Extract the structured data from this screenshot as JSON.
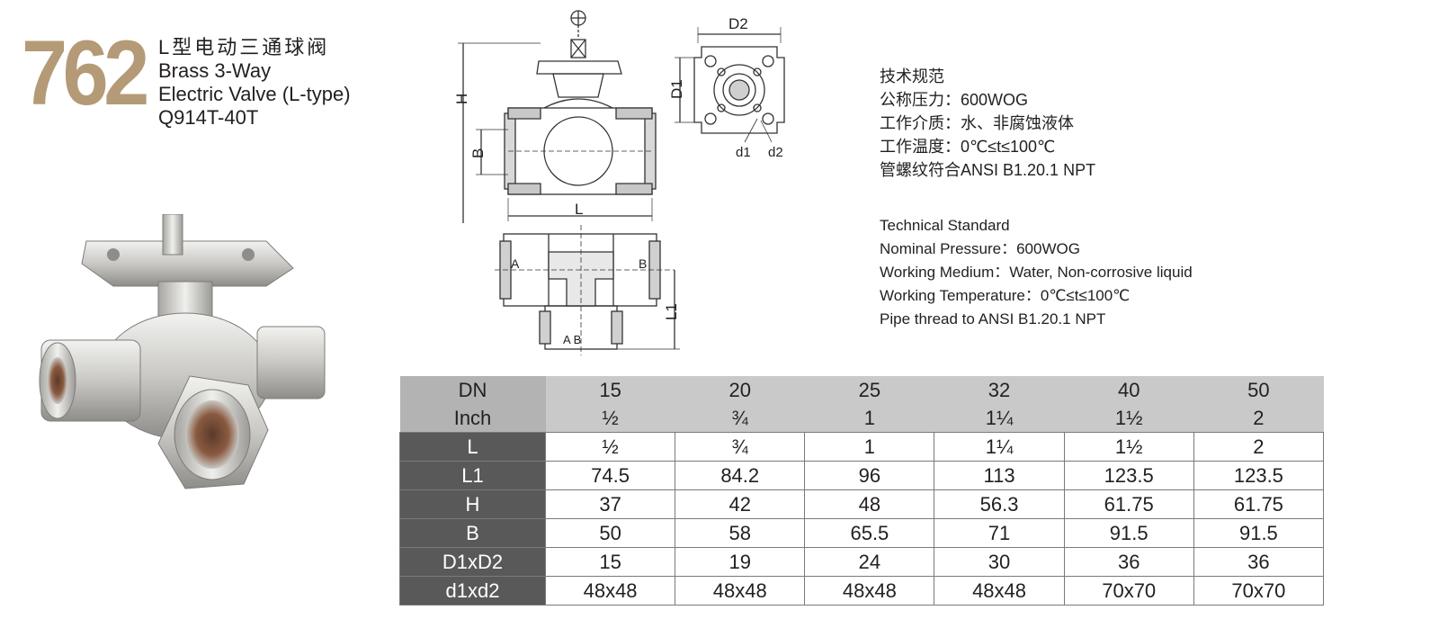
{
  "header": {
    "model_number": "762",
    "title_cn": "L型电动三通球阀",
    "title_en_1": "Brass 3-Way",
    "title_en_2": "Electric Valve (L-type)",
    "model_code": "Q914T-40T"
  },
  "spec_cn": {
    "heading": "技术规范",
    "pressure": "公称压力：600WOG",
    "medium": "工作介质：水、非腐蚀液体",
    "temperature": "工作温度：0℃≤t≤100℃",
    "thread": "管螺纹符合ANSI B1.20.1 NPT"
  },
  "spec_en": {
    "heading": "Technical Standard",
    "pressure": "Nominal Pressure：600WOG",
    "medium": "Working Medium：Water, Non-corrosive liquid",
    "temperature": "Working Temperature：0℃≤t≤100℃",
    "thread": "Pipe thread to ANSI B1.20.1 NPT"
  },
  "drawing_labels": {
    "h": "H",
    "b": "B",
    "l": "L",
    "d1": "D1",
    "d2": "D2",
    "d1_small": "d1",
    "d2_small": "d2",
    "l1": "L1",
    "port_a": "A",
    "port_b": "B",
    "port_ab": "A B"
  },
  "table": {
    "header_rows": [
      [
        "DN",
        "15",
        "20",
        "25",
        "32",
        "40",
        "50"
      ],
      [
        "Inch",
        "½",
        "¾",
        "1",
        "1¼",
        "1½",
        "2"
      ]
    ],
    "body_rows": [
      [
        "L",
        "½",
        "¾",
        "1",
        "1¼",
        "1½",
        "2"
      ],
      [
        "L1",
        "74.5",
        "84.2",
        "96",
        "113",
        "123.5",
        "123.5"
      ],
      [
        "H",
        "37",
        "42",
        "48",
        "56.3",
        "61.75",
        "61.75"
      ],
      [
        "B",
        "50",
        "58",
        "65.5",
        "71",
        "91.5",
        "91.5"
      ],
      [
        "D1xD2",
        "15",
        "19",
        "24",
        "30",
        "36",
        "36"
      ],
      [
        "d1xd2",
        "48x48",
        "48x48",
        "48x48",
        "48x48",
        "70x70",
        "70x70"
      ]
    ]
  },
  "colors": {
    "accent": "#b49a76",
    "header_row": "#c9c9c9",
    "body_label": "#595959"
  }
}
